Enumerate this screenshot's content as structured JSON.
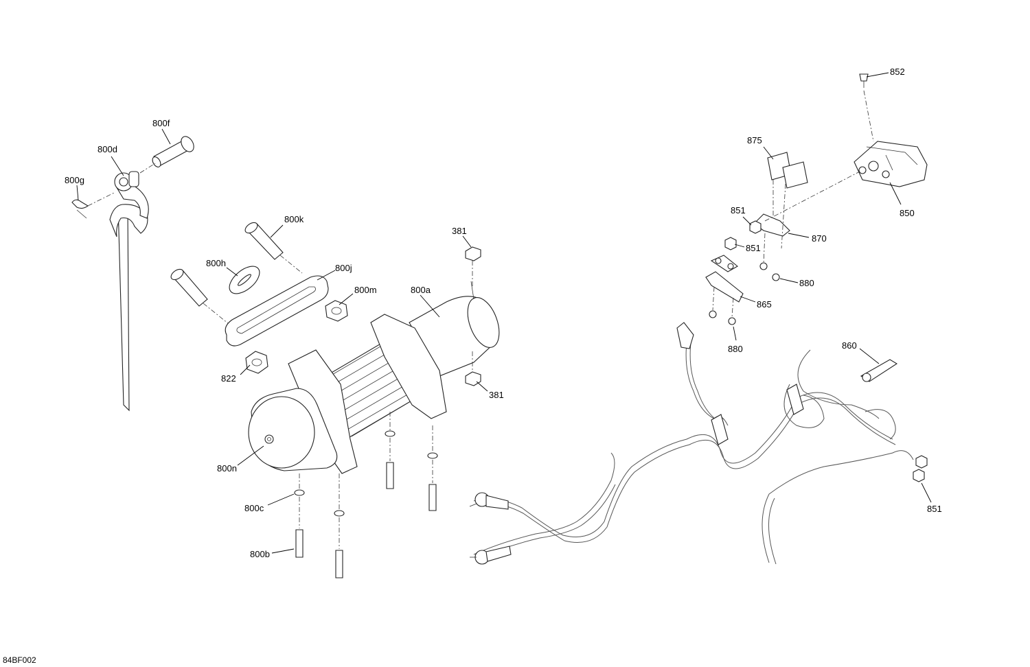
{
  "drawing_code": "84BF002",
  "callouts": {
    "c800f": "800f",
    "c800d": "800d",
    "c800g": "800g",
    "c800k": "800k",
    "c800h": "800h",
    "c800j": "800j",
    "c800m": "800m",
    "c822": "822",
    "c800a": "800a",
    "c381_top": "381",
    "c381_bottom": "381",
    "c800n": "800n",
    "c800c": "800c",
    "c800b": "800b",
    "c852": "852",
    "c875": "875",
    "c850": "850",
    "c851_a": "851",
    "c851_b": "851",
    "c870": "870",
    "c880_a": "880",
    "c865": "865",
    "c880_b": "880",
    "c860": "860",
    "c851_c": "851"
  }
}
